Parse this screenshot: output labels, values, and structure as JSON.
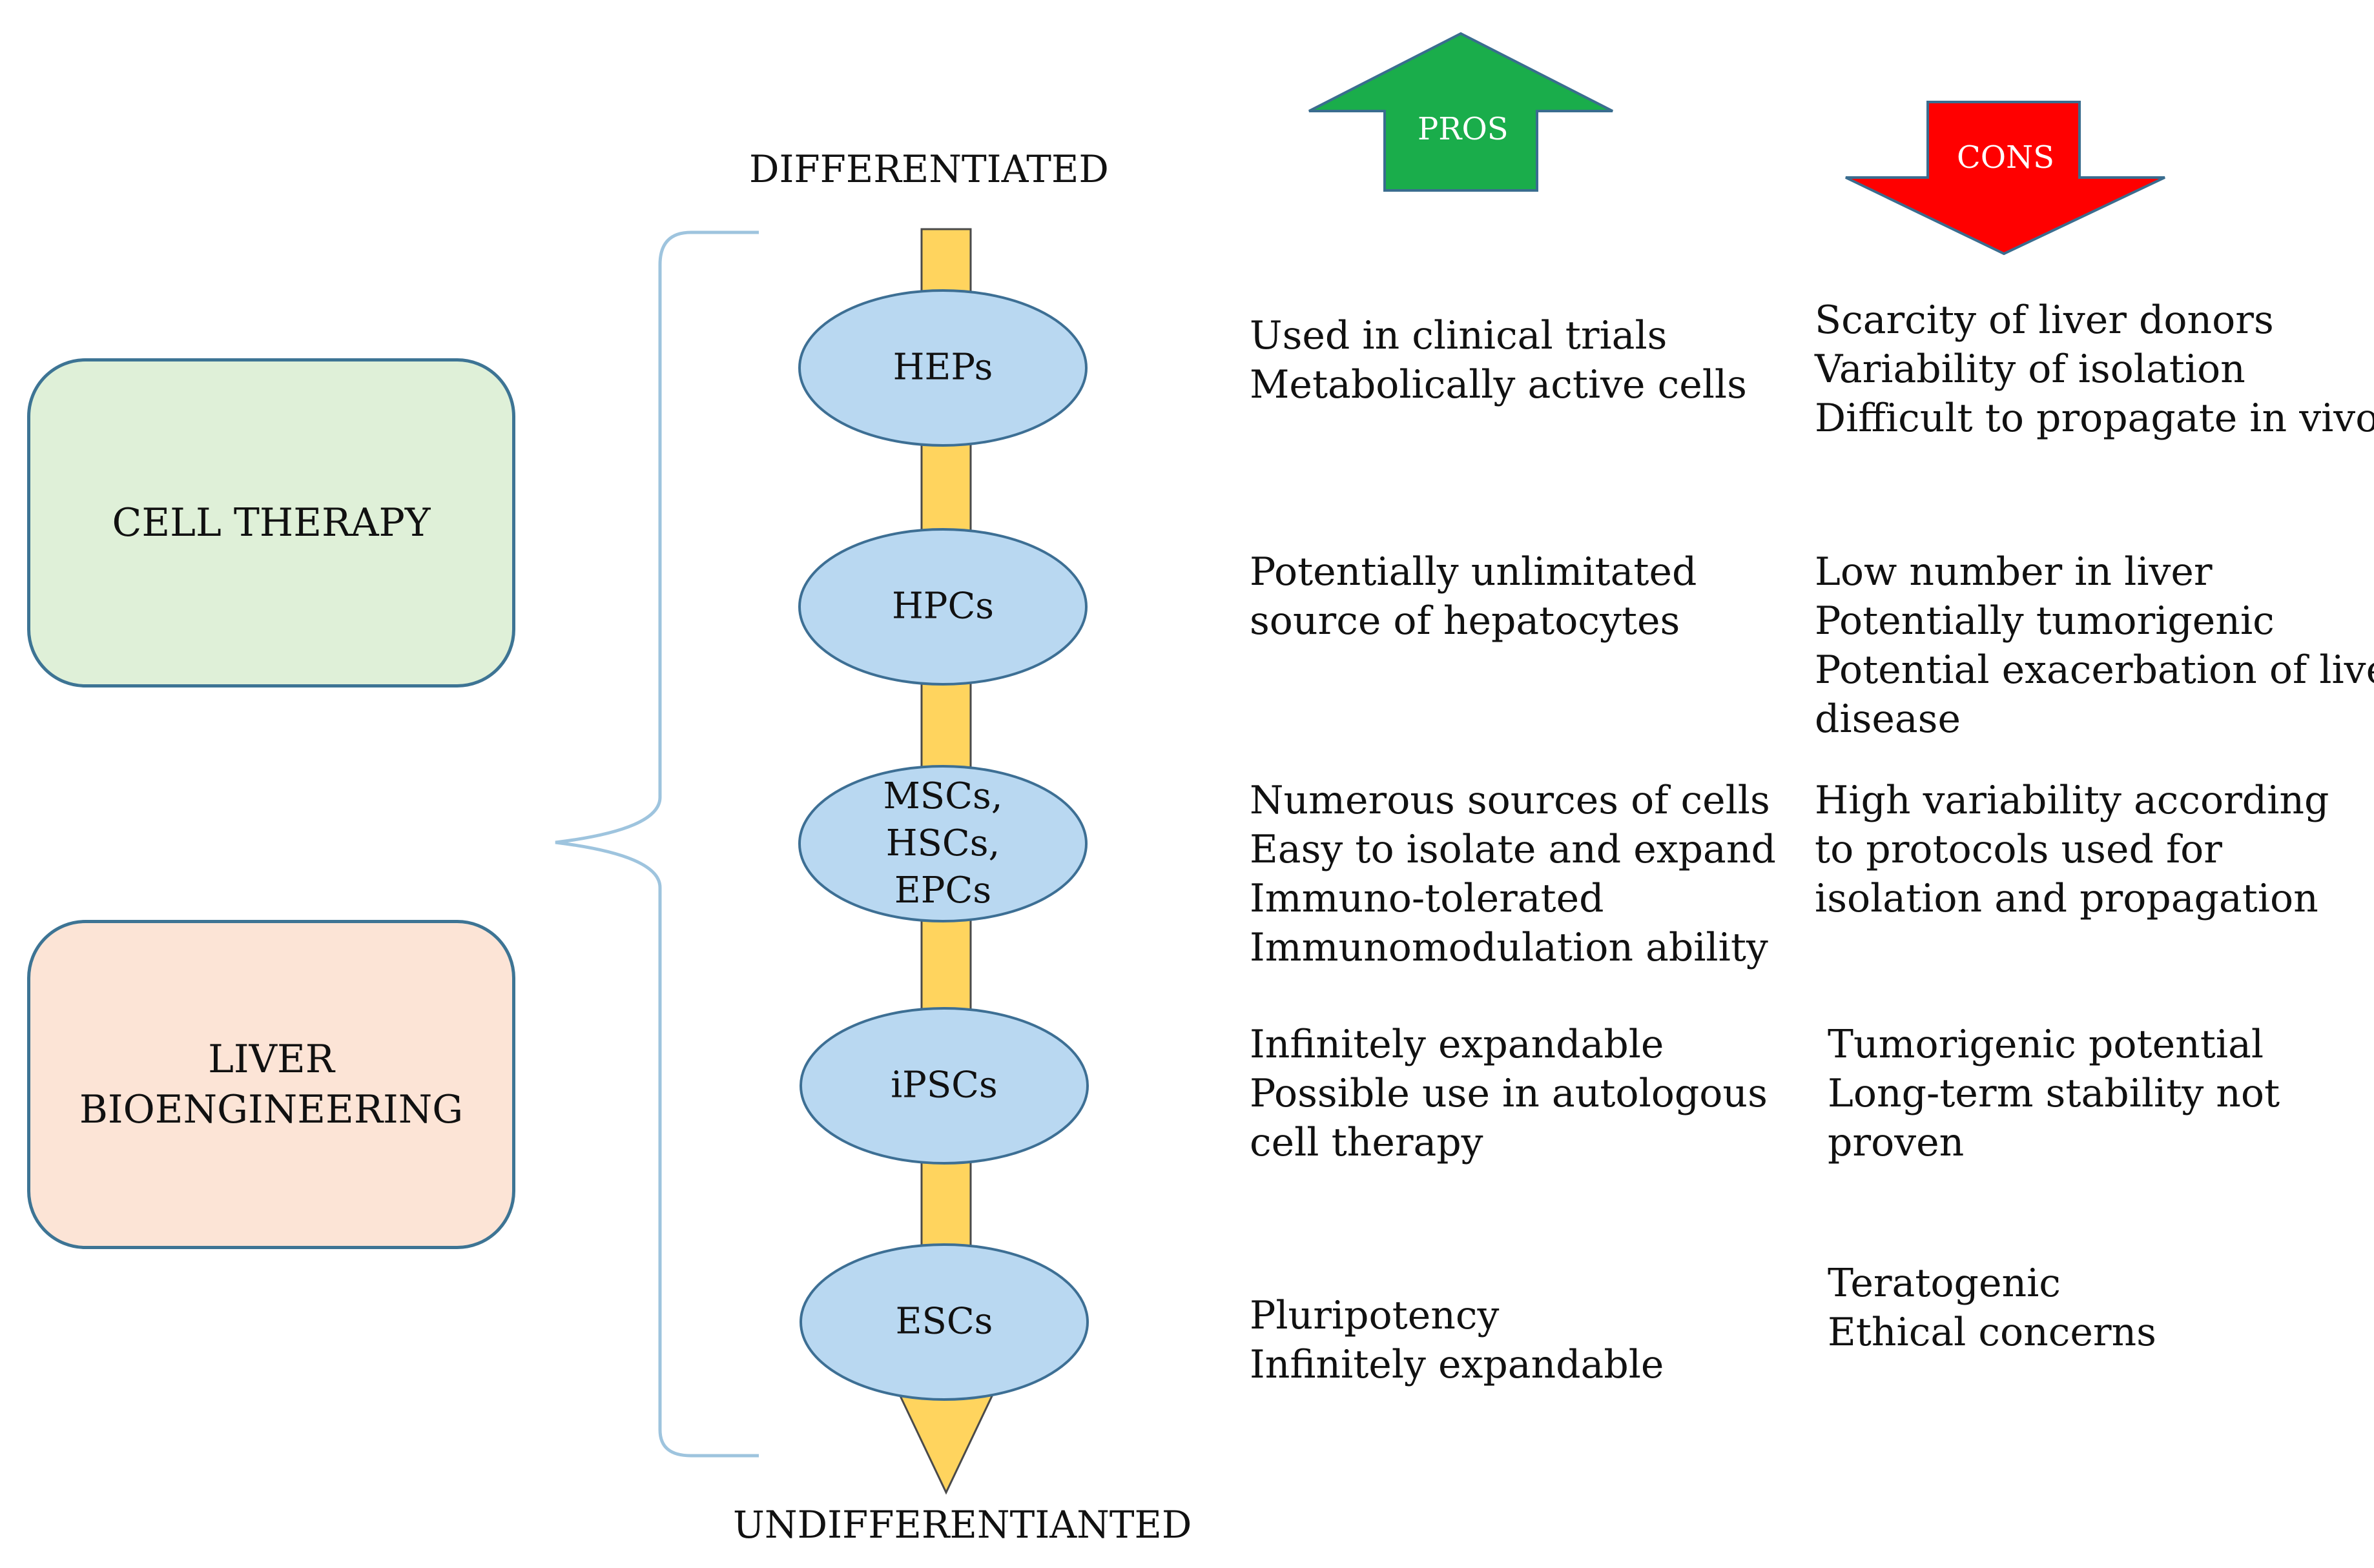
{
  "headers": {
    "top": "DIFFERENTIATED",
    "bottom": "UNDIFFERENTIANTED",
    "pros": "PROS",
    "cons": "CONS"
  },
  "categories": {
    "cell_therapy": "CELL THERAPY",
    "bioengineering": "LIVER\nBIOENGINEERING"
  },
  "stages": [
    {
      "cell": "HEPs",
      "pros": [
        "Used in clinical trials",
        "Metabolically active cells"
      ],
      "cons": [
        "Scarcity of liver donors",
        "Variability of isolation",
        "Difficult to propagate in vivo"
      ]
    },
    {
      "cell": "HPCs",
      "pros": [
        "Potentially unlimitated",
        "source of hepatocytes"
      ],
      "cons": [
        "Low number in liver",
        "Potentially tumorigenic",
        "Potential exacerbation of liver",
        "disease"
      ]
    },
    {
      "cell": "MSCs,\nHSCs,\nEPCs",
      "pros": [
        "Numerous sources of cells",
        "Easy to isolate and expand",
        "Immuno-tolerated",
        "Immunomodulation ability"
      ],
      "cons": [
        "High variability according",
        "to protocols used for",
        "isolation and propagation"
      ]
    },
    {
      "cell": "iPSCs",
      "pros": [
        "Infinitely expandable",
        "Possible use in autologous",
        "cell therapy"
      ],
      "cons": [
        "Tumorigenic potential",
        "Long-term stability not",
        "proven"
      ]
    },
    {
      "cell": "ESCs",
      "pros": [
        "Pluripotency",
        "Infinitely expandable"
      ],
      "cons": [
        "Teratogenic",
        "Ethical concerns"
      ]
    }
  ],
  "colors": {
    "pros_arrow": "#1aad4b",
    "cons_arrow": "#ff0000",
    "shaft": "#ffd45e",
    "ellipse_fill": "#b9d8f1",
    "ellipse_stroke": "#3d6f94",
    "brace": "#9ec4de",
    "cell_therapy_fill": "#dff0d8",
    "bioengineering_fill": "#fce4d6"
  }
}
